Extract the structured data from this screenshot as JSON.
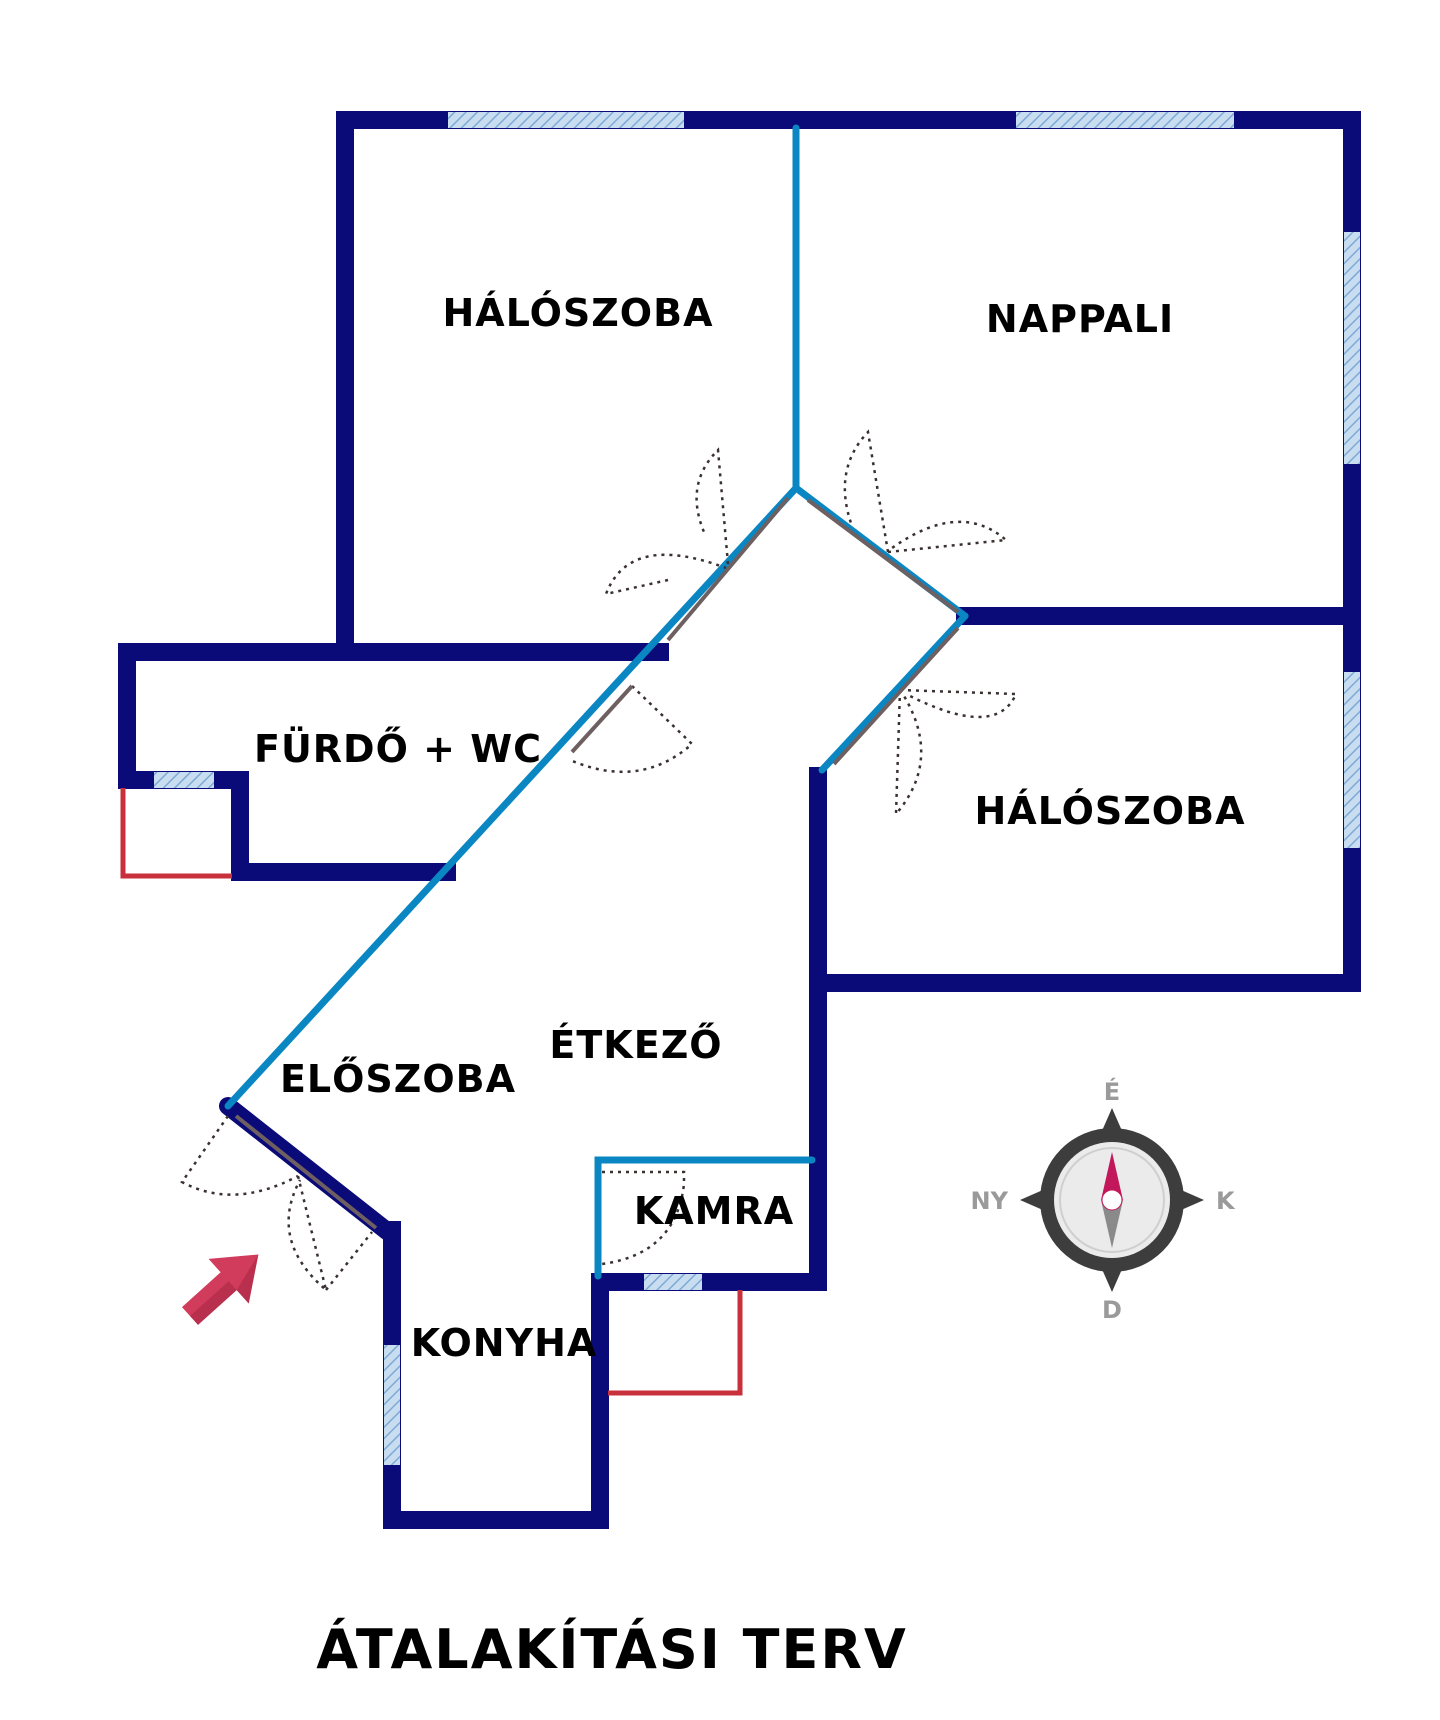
{
  "title": "ÁTALAKÍTÁSI TERV",
  "rooms": {
    "bedroom_top": "HÁLÓSZOBA",
    "living_room": "NAPPALI",
    "bathroom": "FÜRDŐ + WC",
    "bedroom_right": "HÁLÓSZOBA",
    "dining": "ÉTKEZŐ",
    "hall": "ELŐSZOBA",
    "pantry": "KAMRA",
    "kitchen": "KONYHA"
  },
  "compass": {
    "north": "É",
    "south": "D",
    "east": "K",
    "west": "NY"
  },
  "colors": {
    "outer_wall": "#0a0a78",
    "new_wall": "#0a86c2",
    "window": "#a9c9e6",
    "demolished": "#c8313b",
    "door_swing": "#3a3030",
    "entrance_arrow": "#d23c5c",
    "compass_ring": "#3d3d3d",
    "compass_needle_north": "#c2185b",
    "compass_needle_south": "#8a8a8a"
  },
  "icons": {
    "entrance": "entrance-arrow-icon",
    "compass": "compass-icon"
  }
}
